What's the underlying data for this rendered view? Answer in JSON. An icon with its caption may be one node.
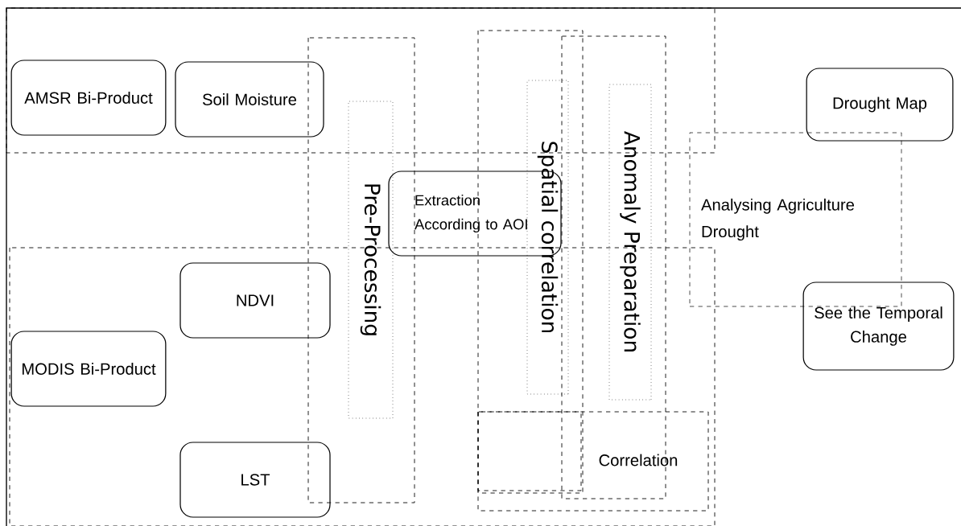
{
  "diagram": {
    "nodes": [
      {
        "text": [
          "AMSR Bi-Product"
        ]
      },
      {
        "text": [
          "Soil Moisture"
        ]
      },
      {
        "text": [
          "Pre-Processing"
        ]
      },
      {
        "text": [
          "Extraction According to AOI"
        ]
      },
      {
        "text": [
          "Spatial correlation"
        ]
      },
      {
        "text": [
          "Anomaly Preparation"
        ]
      },
      {
        "text": [
          "Drought Map"
        ]
      },
      {
        "text": [
          "Analysing Agriculture Drought"
        ]
      },
      {
        "text": [
          "NDVI"
        ]
      },
      {
        "text": [
          "MODIS Bi-Product"
        ]
      },
      {
        "text": [
          "See the Temporal Change"
        ]
      },
      {
        "text": [
          "LST"
        ]
      }
    ],
    "labels": [
      "Correlation"
    ]
  }
}
